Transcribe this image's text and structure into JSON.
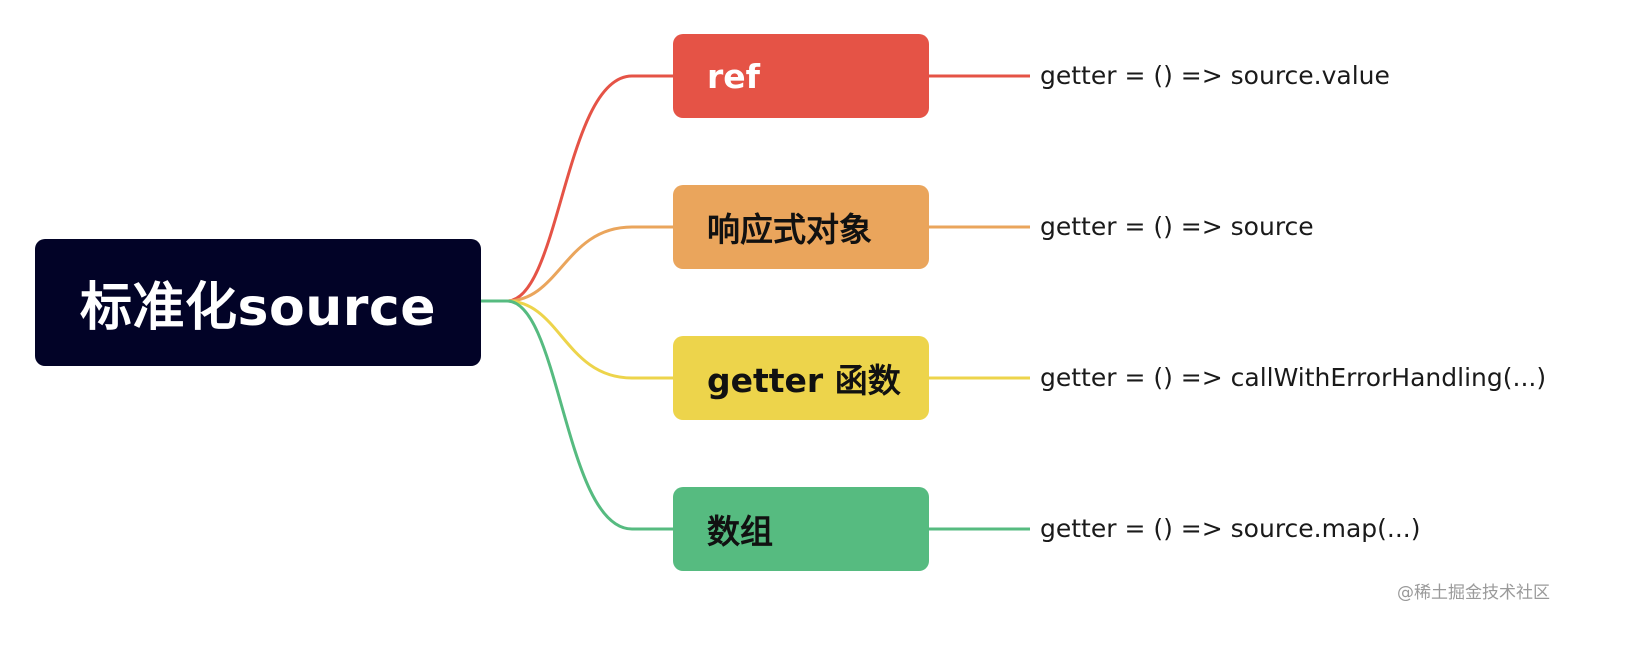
{
  "root": {
    "label": "标准化source",
    "color": "#020327",
    "text_color": "#ffffff"
  },
  "branches": [
    {
      "label": "ref",
      "color": "#E55346",
      "text_color": "#ffffff",
      "leaf": "getter = () => source.value"
    },
    {
      "label": "响应式对象",
      "color": "#EAA55C",
      "text_color": "#111111",
      "leaf": "getter = () => source"
    },
    {
      "label": "getter 函数",
      "color": "#EDD44B",
      "text_color": "#111111",
      "leaf": "getter = () => callWithErrorHandling(...)"
    },
    {
      "label": "数组",
      "color": "#56BB80",
      "text_color": "#111111",
      "leaf": "getter = () => source.map(...)"
    }
  ],
  "watermark": "@稀土掘金技术社区"
}
